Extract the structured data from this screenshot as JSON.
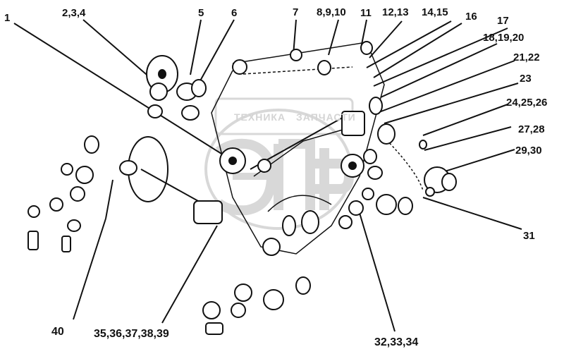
{
  "labels": {
    "l1": "1",
    "l2": "2,3,4",
    "l5": "5",
    "l6": "6",
    "l7": "7",
    "l8": "8,9,10",
    "l11": "11",
    "l12": "12,13",
    "l14": "14,15",
    "l16": "16",
    "l17": "17",
    "l18": "18,19,20",
    "l21": "21,22",
    "l23": "23",
    "l24": "24,25,26",
    "l27": "27,28",
    "l29": "29,30",
    "l31": "31",
    "l32": "32,33,34",
    "l35": "35,36,37,38,39",
    "l40": "40"
  },
  "watermark": {
    "text_left": "ТЕХНИКА",
    "text_right": "ЗАПЧАСТИ",
    "logo": "ЭПФ"
  },
  "colors": {
    "ink": "#111111",
    "watermark": "#d4d4d4"
  }
}
